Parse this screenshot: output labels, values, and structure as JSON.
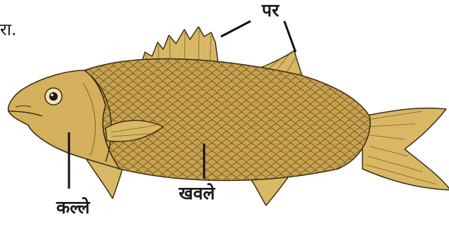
{
  "diagram": {
    "labels": {
      "fins": "पर",
      "gills": "कल्ले",
      "scales": "खवले",
      "cropped_fragment": "रा."
    },
    "colors": {
      "body_fill": "#c9a24f",
      "head_fill": "#d5b05c",
      "fin_fill": "#d9b865",
      "outline": "#3b2e14",
      "scale_stroke": "#6b5424",
      "pointer_line": "#111111"
    }
  }
}
